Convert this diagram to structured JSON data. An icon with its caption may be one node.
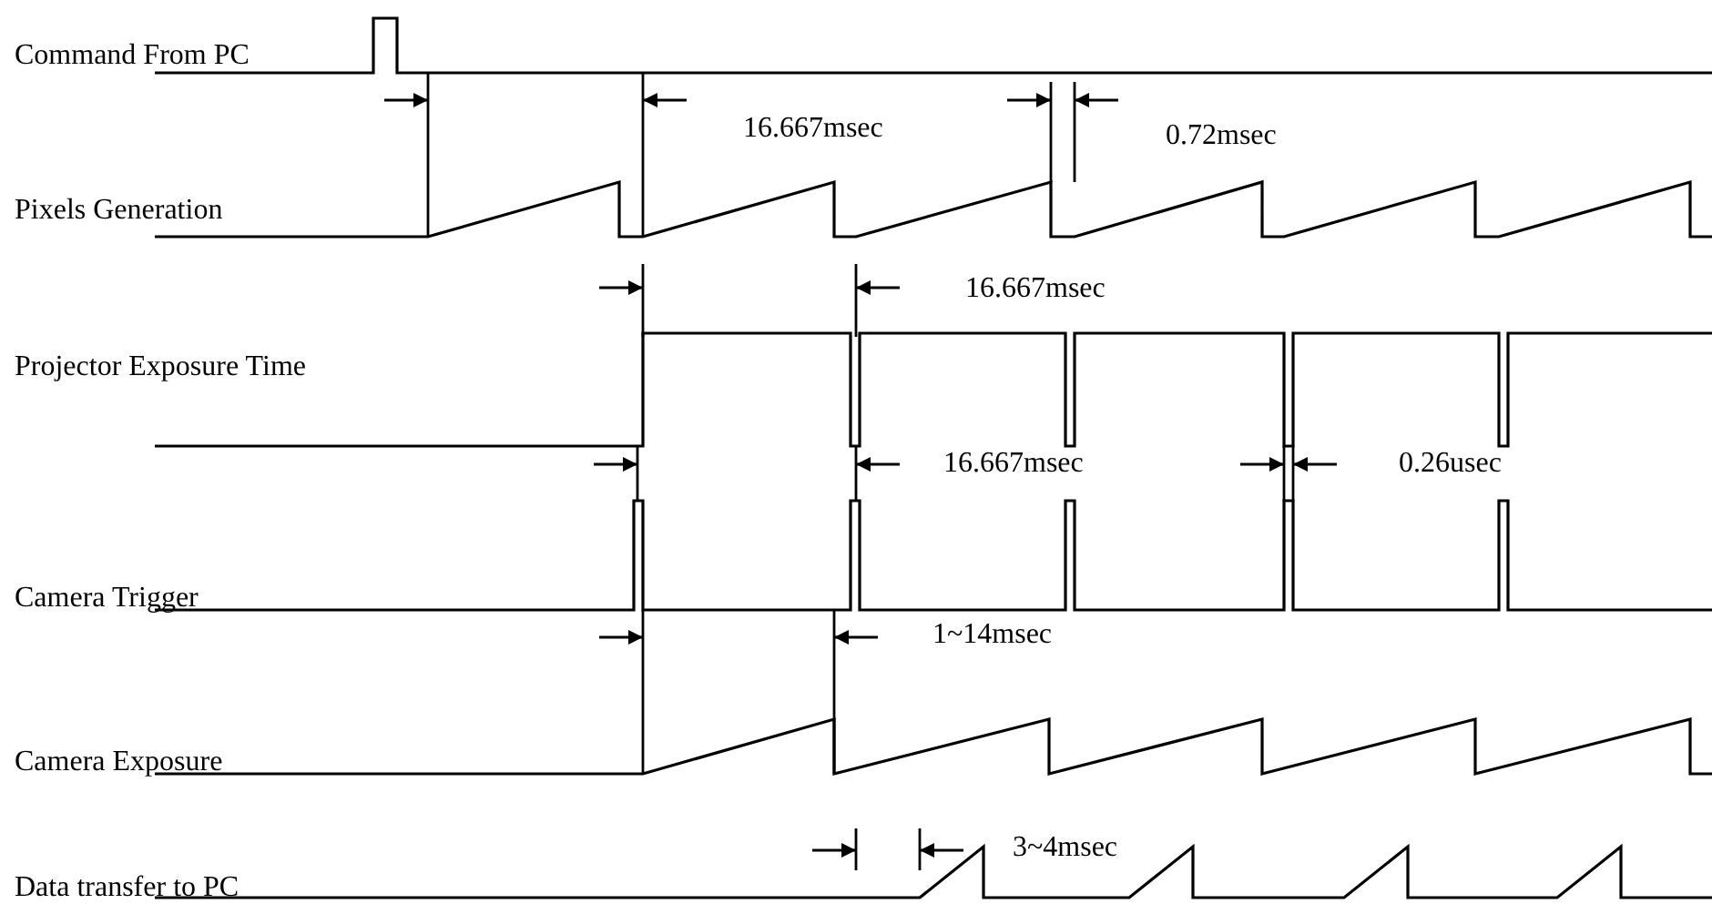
{
  "diagram": {
    "labels": [
      "Command From PC",
      "16.667msec",
      "0.72msec",
      "Pixels Generation",
      "16.667msec",
      "Projector Exposure Time",
      "16.667msec",
      "0.26usec",
      "Camera Trigger",
      "1~14msec",
      "Camera Exposure",
      "3~4msec",
      "Data transfer to PC"
    ]
  }
}
